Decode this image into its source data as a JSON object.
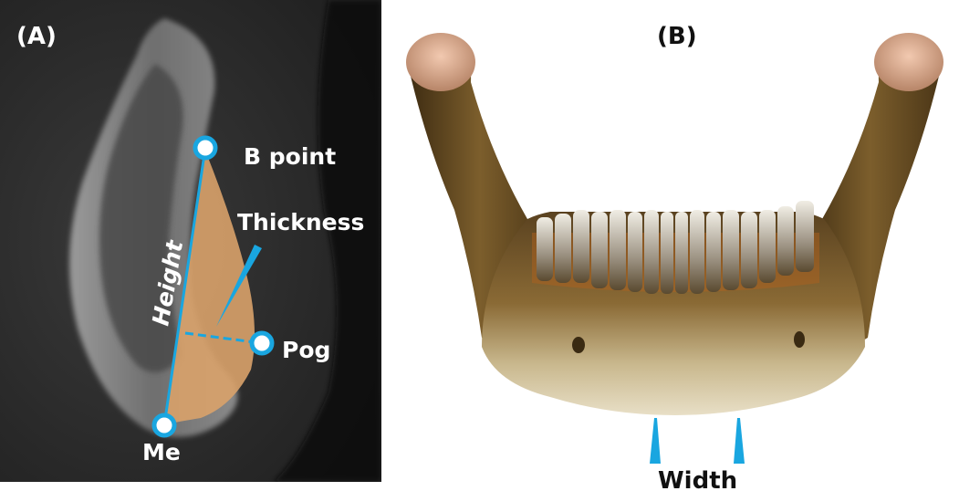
{
  "panel_a": {
    "label": "(A)",
    "landmarks": {
      "b_point": "B point",
      "thickness": "Thickness",
      "height": "Height",
      "pog": "Pog",
      "me": "Me"
    }
  },
  "panel_b": {
    "label": "(B)",
    "measurement": "Width"
  },
  "colors": {
    "accent": "#19a6e0",
    "symphysis": "#d9a26a",
    "bone": "#c8b48a"
  }
}
